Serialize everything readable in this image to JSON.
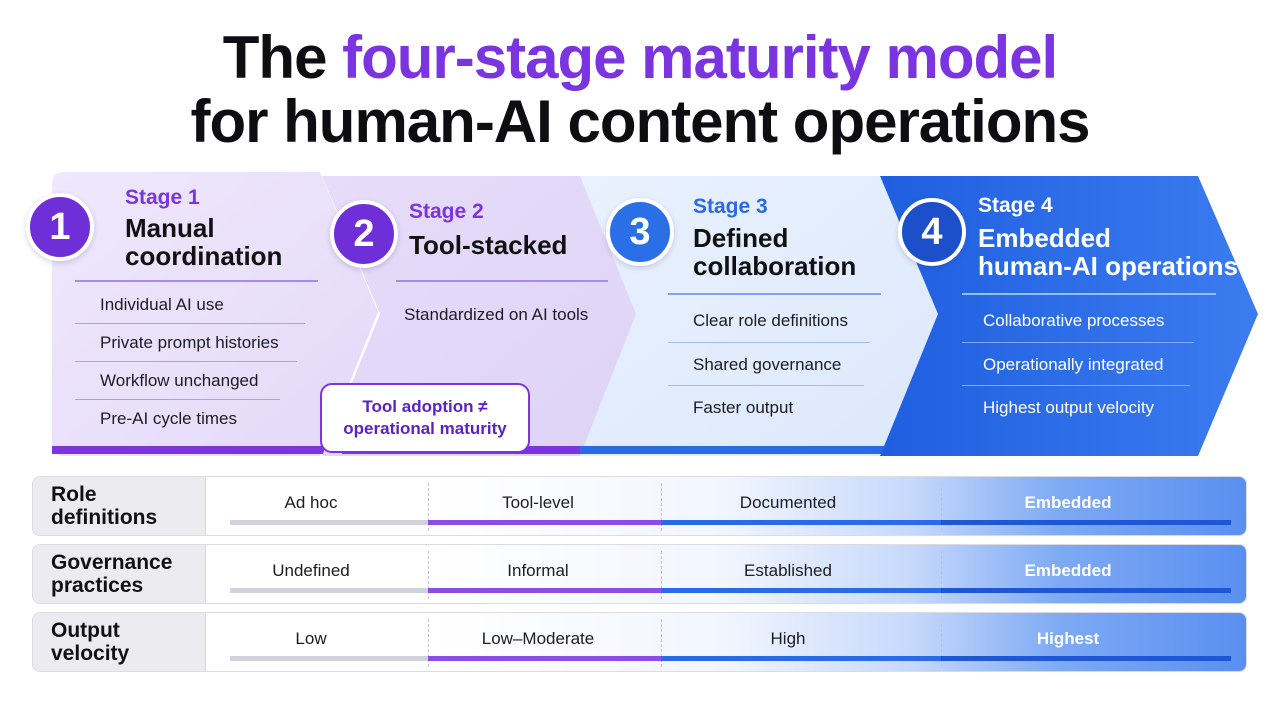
{
  "title": {
    "part1": "The ",
    "accent": "four-stage maturity model",
    "line2": "for human-AI content operations"
  },
  "colors": {
    "accent_purple": "#7a35e0",
    "stage1_fill": "#ece4fb",
    "stage2_fill": "#e3d8f8",
    "stage3_fill": "#e3edfd",
    "stage4_fill": "#2f6fe8",
    "blue": "#2e6fe4"
  },
  "stages": [
    {
      "number": "1",
      "label": "Stage 1",
      "name_line1": "Manual",
      "name_line2": "coordination",
      "bullets": [
        "Individual AI use",
        "Private prompt histories",
        "Workflow unchanged",
        "Pre-AI cycle times"
      ]
    },
    {
      "number": "2",
      "label": "Stage 2",
      "name_line1": "Tool-stacked",
      "name_line2": "",
      "bullets": [
        "Standardized on AI tools"
      ],
      "callout_line1": "Tool adoption ≠",
      "callout_line2": "operational maturity"
    },
    {
      "number": "3",
      "label": "Stage 3",
      "name_line1": "Defined",
      "name_line2": "collaboration",
      "bullets": [
        "Clear role definitions",
        "Shared governance",
        "Faster output"
      ]
    },
    {
      "number": "4",
      "label": "Stage 4",
      "name_line1": "Embedded",
      "name_line2": "human-AI operations",
      "bullets": [
        "Collaborative processes",
        "Operationally integrated",
        "Highest output velocity"
      ]
    }
  ],
  "table": {
    "rows": [
      {
        "header_line1": "Role definitions",
        "header_line2": "",
        "values": [
          "Ad hoc",
          "Tool-level",
          "Documented",
          "Embedded"
        ]
      },
      {
        "header_line1": "Governance",
        "header_line2": "practices",
        "values": [
          "Undefined",
          "Informal",
          "Established",
          "Embedded"
        ]
      },
      {
        "header_line1": "Output",
        "header_line2": "velocity",
        "values": [
          "Low",
          "Low–Moderate",
          "High",
          "Highest"
        ]
      }
    ]
  }
}
